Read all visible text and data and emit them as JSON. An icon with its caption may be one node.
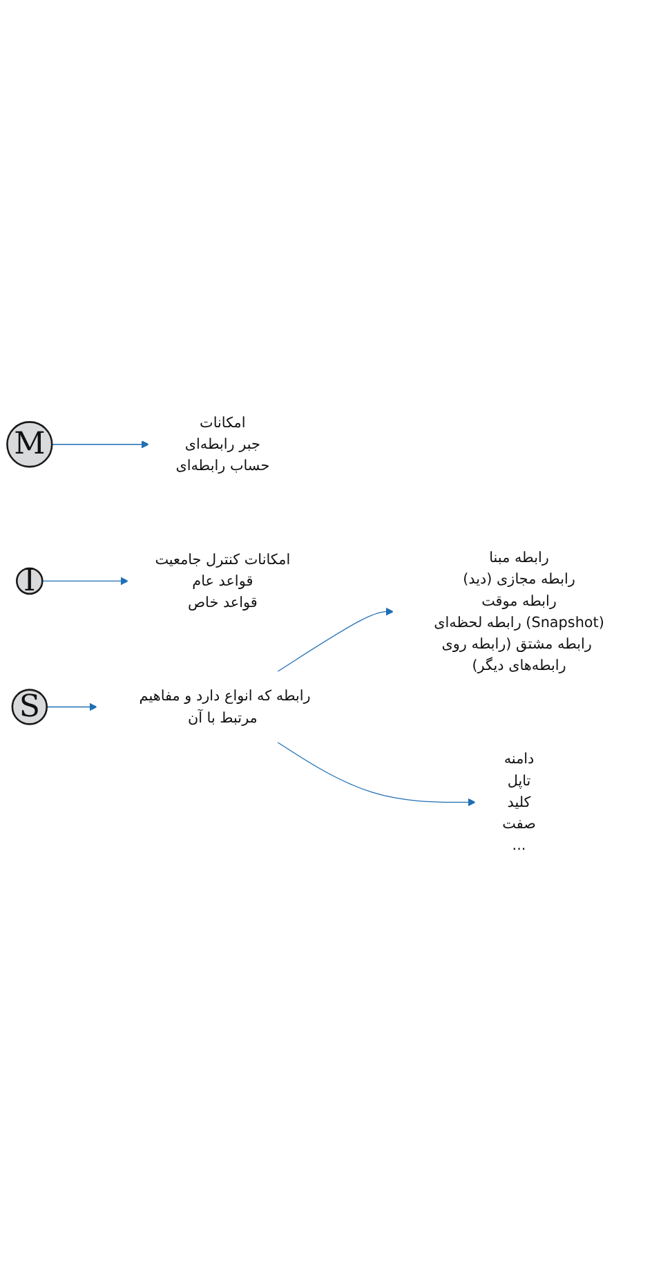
{
  "diagram": {
    "nodes": [
      {
        "text": [
          "S"
        ]
      },
      {
        "text": [
          "M"
        ]
      },
      {
        "text": [
          "I"
        ]
      },
      {
        "text": [
          "امکانات",
          "جبر رابطه‌ای",
          "حساب رابطه‌ای"
        ]
      },
      {
        "text": [
          "امکانات کنترل جامعیت",
          "قواعد عام",
          "قواعد خاص"
        ]
      },
      {
        "text": [
          "رابطه که انواع دارد و مفاهیم مرتبط با آن"
        ]
      },
      {
        "text": [
          "رابطه مبنا",
          "رابطه مجازی (دید)",
          "رابطه موقت",
          "رابطه لحظه‌ای (Snapshot)",
          "رابطه مشتق (رابطه روی رابطه‌های دیگر)"
        ]
      },
      {
        "text": [
          "دامنه",
          "تاپل",
          "کلید",
          "صفت",
          "..."
        ]
      }
    ],
    "edges": [
      {
        "from": 1,
        "to": 3,
        "arrow": "to"
      },
      {
        "from": 2,
        "to": 4,
        "arrow": "to"
      },
      {
        "from": 0,
        "to": 5,
        "arrow": "to"
      },
      {
        "from": 5,
        "to": 6,
        "arrow": "to"
      },
      {
        "from": 5,
        "to": 7,
        "arrow": "to"
      }
    ]
  }
}
